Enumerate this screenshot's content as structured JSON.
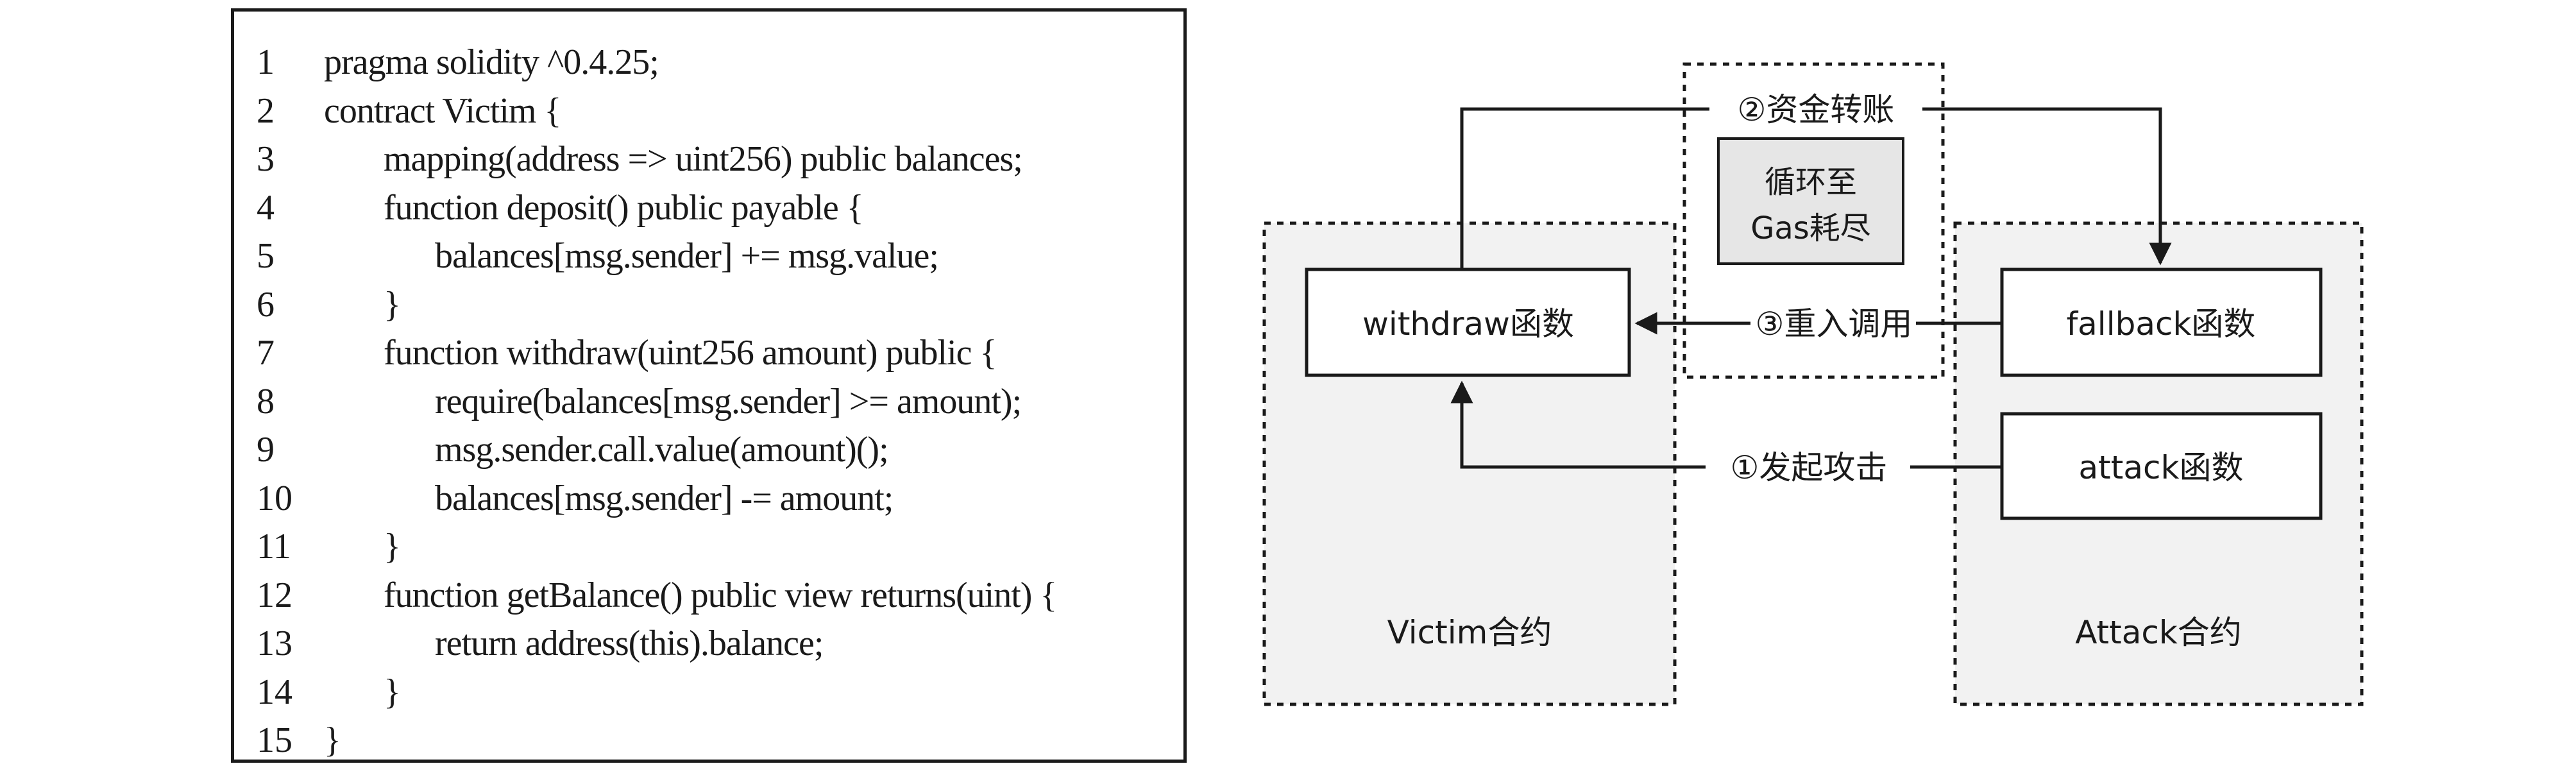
{
  "code": {
    "lines": [
      {
        "num": "1",
        "indent": 0,
        "text": "pragma solidity ^0.4.25;"
      },
      {
        "num": "2",
        "indent": 0,
        "text": "contract Victim {"
      },
      {
        "num": "3",
        "indent": 1,
        "text": "mapping(address => uint256) public balances;"
      },
      {
        "num": "4",
        "indent": 1,
        "text": "function deposit() public payable {"
      },
      {
        "num": "5",
        "indent": 2,
        "text": "balances[msg.sender] += msg.value;"
      },
      {
        "num": "6",
        "indent": 1,
        "text": "}"
      },
      {
        "num": "7",
        "indent": 1,
        "text": "function withdraw(uint256 amount) public {"
      },
      {
        "num": "8",
        "indent": 2,
        "text": "require(balances[msg.sender] >= amount);"
      },
      {
        "num": "9",
        "indent": 2,
        "text": "msg.sender.call.value(amount)();"
      },
      {
        "num": "10",
        "indent": 2,
        "text": "balances[msg.sender] -= amount;"
      },
      {
        "num": "11",
        "indent": 1,
        "text": "}"
      },
      {
        "num": "12",
        "indent": 1,
        "text": "function getBalance() public view returns(uint) {"
      },
      {
        "num": "13",
        "indent": 2,
        "text": "return address(this).balance;"
      },
      {
        "num": "14",
        "indent": 1,
        "text": "}"
      },
      {
        "num": "15",
        "indent": 0,
        "text": "}"
      }
    ]
  },
  "diagram": {
    "victim_label": "Victim合约",
    "attack_label": "Attack合约",
    "withdraw_box": "withdraw函数",
    "fallback_box": "fallback函数",
    "attack_box": "attack函数",
    "loop_line1": "循环至",
    "loop_line2": "Gas耗尽",
    "step_transfer": "②资金转账",
    "step_reenter": "③重入调用",
    "step_attack": "①发起攻击"
  },
  "colors": {
    "stroke": "#1a1a1a",
    "container_fill": "#f2f2f2",
    "inner_fill": "#e6e6e6",
    "box_fill": "#ffffff"
  }
}
